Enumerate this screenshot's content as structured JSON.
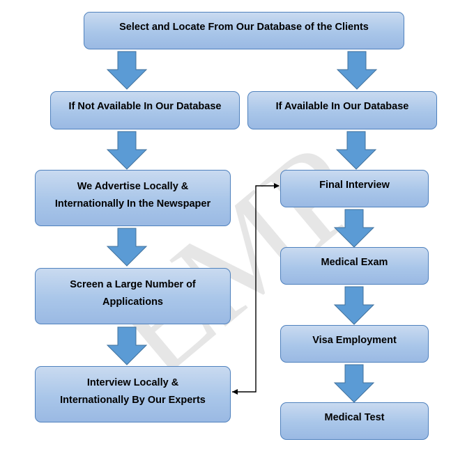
{
  "diagram": {
    "top_box": "Select and Locate From Our Database of the Clients",
    "left_branch": {
      "header": "If Not Available In Our Database",
      "step1": "We Advertise Locally &\nInternationally In the Newspaper",
      "step2": "Screen a Large Number of\nApplications",
      "step3": "Interview Locally &\nInternationally By Our Experts"
    },
    "right_branch": {
      "header": "If Available In Our Database",
      "step1": "Final Interview",
      "step2": "Medical Exam",
      "step3": "Visa Employment",
      "step4": "Medical Test"
    },
    "watermark": "EMP"
  },
  "colors": {
    "box_fill_top": "#c9daf0",
    "box_fill_bottom": "#9ab9e3",
    "box_border": "#4f81bd",
    "arrow_fill": "#5b9bd5",
    "arrow_border": "#41719c",
    "watermark": "#e6e6e6"
  },
  "icons": {
    "down_arrow": "block-arrow-down-icon",
    "connector": "elbow-connector-arrow"
  }
}
